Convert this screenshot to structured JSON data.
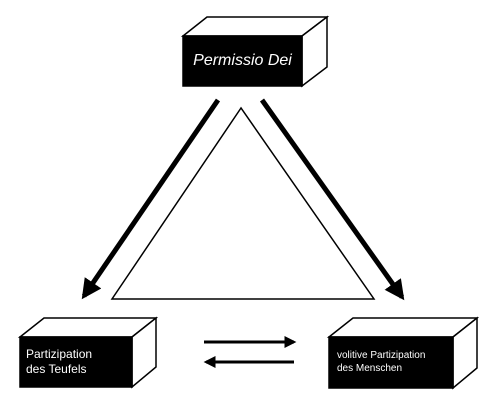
{
  "nodes": {
    "top": {
      "label": "Permissio Dei"
    },
    "left": {
      "line1": "Partizipation",
      "line2": "des Teufels"
    },
    "right": {
      "line1": "volitive Partizipation",
      "line2": "des Menschen"
    }
  },
  "colors": {
    "box_front": "#000000",
    "box_side": "#ffffff",
    "stroke": "#000000",
    "background": "#ffffff"
  }
}
